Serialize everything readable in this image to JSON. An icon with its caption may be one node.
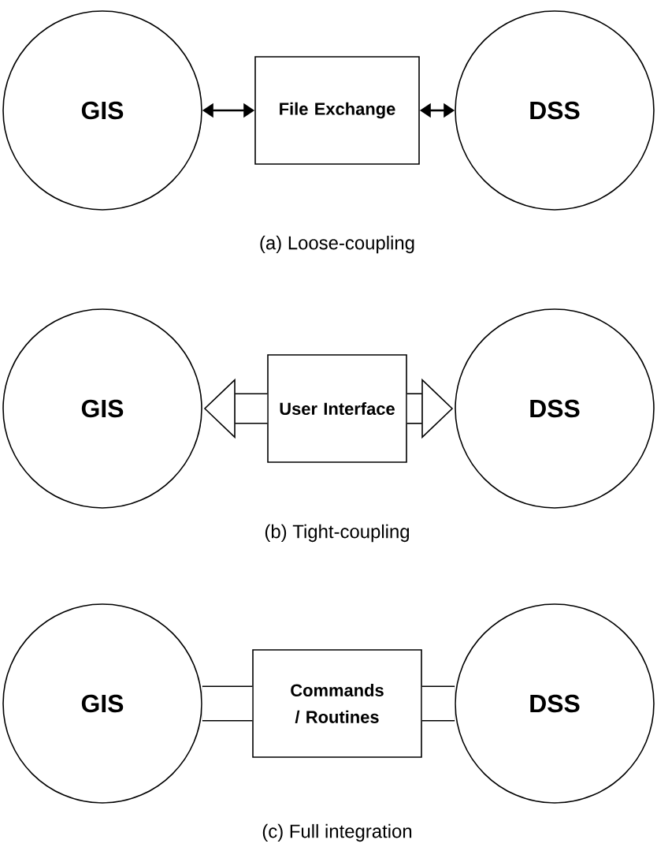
{
  "diagram": {
    "nodes": [
      {
        "text": [
          "GIS"
        ]
      },
      {
        "text": [
          "File Exchange"
        ]
      },
      {
        "text": [
          "DSS"
        ]
      },
      {
        "text": [
          "GIS"
        ]
      },
      {
        "text": [
          "User Interface"
        ]
      },
      {
        "text": [
          "DSS"
        ]
      },
      {
        "text": [
          "GIS"
        ]
      },
      {
        "text": [
          "Commands / Routines"
        ]
      },
      {
        "text": [
          "DSS"
        ]
      }
    ],
    "edges": [
      {
        "from": 0,
        "to": 1,
        "arrow": "both"
      },
      {
        "from": 1,
        "to": 2,
        "arrow": "both"
      },
      {
        "from": 4,
        "to": 3,
        "arrow": "to"
      },
      {
        "from": 4,
        "to": 5,
        "arrow": "to"
      },
      {
        "from": 7,
        "to": 6,
        "arrow": "none"
      },
      {
        "from": 7,
        "to": 8,
        "arrow": "none"
      }
    ],
    "labels": [
      "(a) Loose-coupling",
      "(b) Tight-coupling",
      "(c) Full integration"
    ]
  }
}
